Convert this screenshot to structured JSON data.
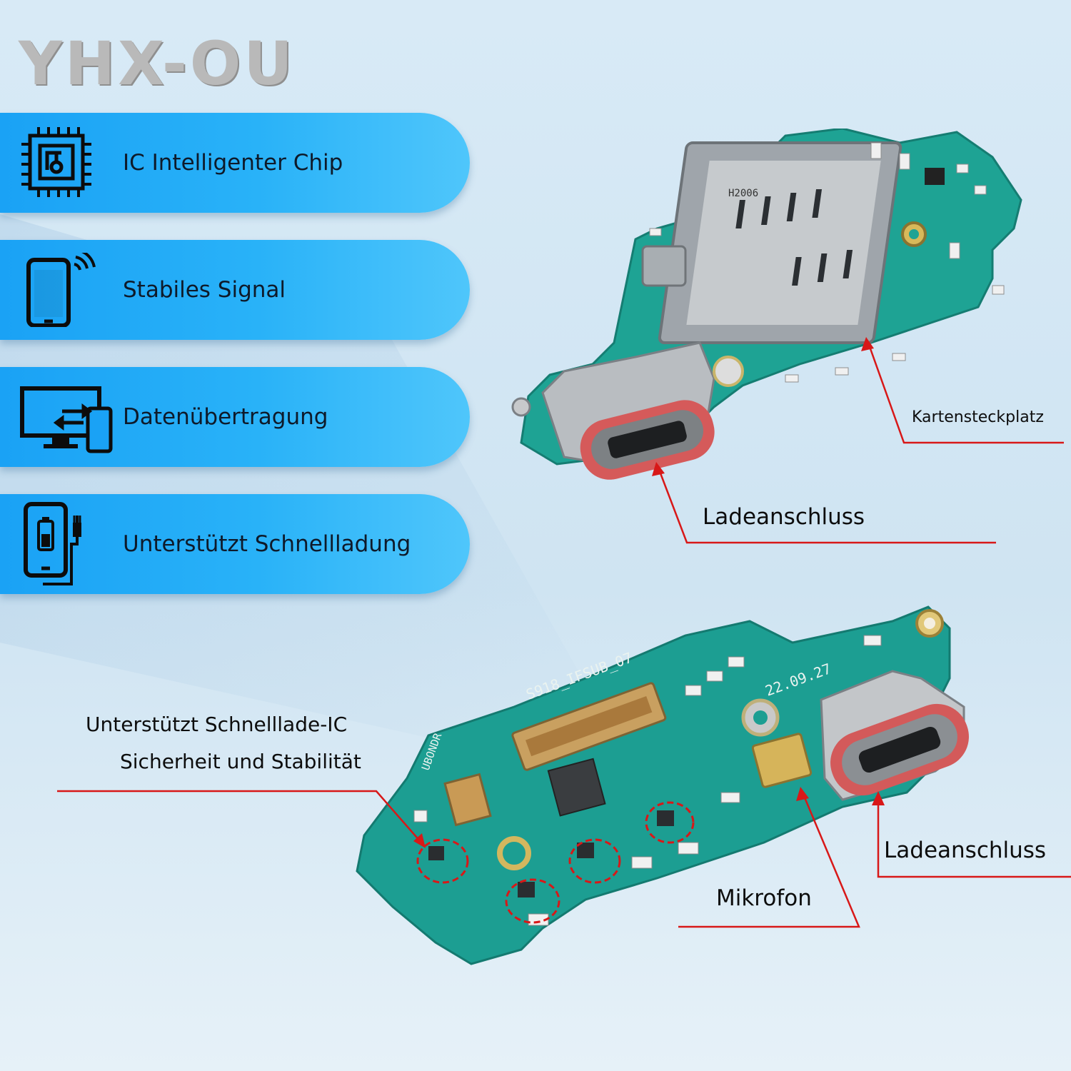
{
  "brand": {
    "name": "YHX-OU"
  },
  "colors": {
    "feature_blue": "#1aa2f5",
    "pcb_green": "#1e9a8f",
    "callout_red": "#d81818"
  },
  "features": [
    {
      "label": "IC Intelligenter Chip",
      "icon": "chip-icon"
    },
    {
      "label": "Stabiles Signal",
      "icon": "phone-signal-icon"
    },
    {
      "label": "Datenübertragung",
      "icon": "data-transfer-icon"
    },
    {
      "label": "Unterstützt Schnellladung",
      "icon": "fast-charge-icon"
    }
  ],
  "callouts": {
    "card_slot": "Kartensteckplatz",
    "charging_port_top": "Ladeanschluss",
    "fast_charge_ic_line1": "Unterstützt Schnelllade-IC",
    "fast_charge_ic_line2": "Sicherheit und Stabilität",
    "microphone": "Mikrofon",
    "charging_port_bottom": "Ladeanschluss"
  },
  "board_markings": {
    "top_sim_tray": "H2006",
    "bottom_part_no": "S918_IFSUB_07",
    "bottom_date": "22.09.27",
    "bottom_side": "UBONDR"
  }
}
